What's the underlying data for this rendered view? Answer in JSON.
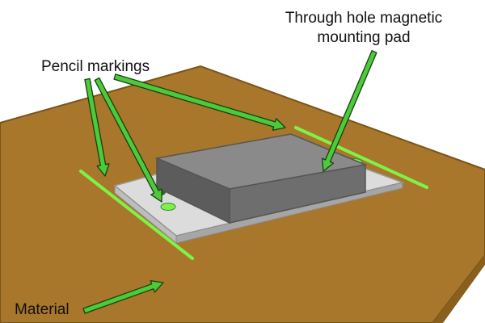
{
  "labels": {
    "pencil_markings": "Pencil markings",
    "pad_line1": "Through hole magnetic",
    "pad_line2": "mounting pad",
    "material": "Material"
  },
  "colors": {
    "board": "#a8772b",
    "board_edge": "#7a5419",
    "plate": "#dcdcdc",
    "plate_edge": "#9b9b9b",
    "magnet_top": "#8a8a8a",
    "magnet_front": "#6e6e6e",
    "magnet_side": "#5c5c5c",
    "marking": "#7ff24a",
    "arrow": "#4ccb3a",
    "arrow_outline": "#1a3d12"
  },
  "icons": [
    "arrow-icon"
  ]
}
